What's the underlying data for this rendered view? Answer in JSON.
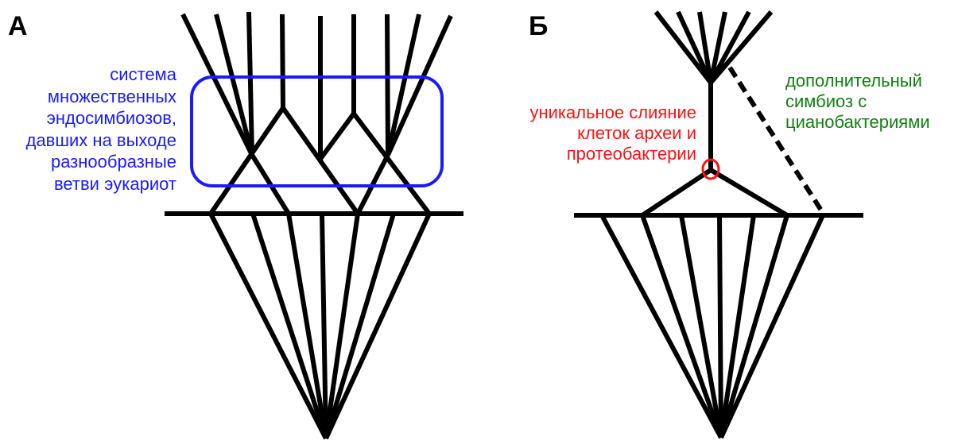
{
  "panel_a": {
    "label": "А",
    "annotation_lines": [
      "система",
      "множественных",
      "эндосимбиозов,",
      "давших на выходе",
      "разнообразные",
      "ветви эукариот"
    ],
    "annotation_color": "#1a1aff"
  },
  "panel_b": {
    "label": "Б",
    "fusion_lines": [
      "уникальное слияние",
      "клеток археи и",
      "протеобактерии"
    ],
    "fusion_color": "#ff1010",
    "symbiosis_lines": [
      "дополнительный",
      "симбиоз с",
      "цианобактериями"
    ],
    "symbiosis_color": "#108010"
  }
}
